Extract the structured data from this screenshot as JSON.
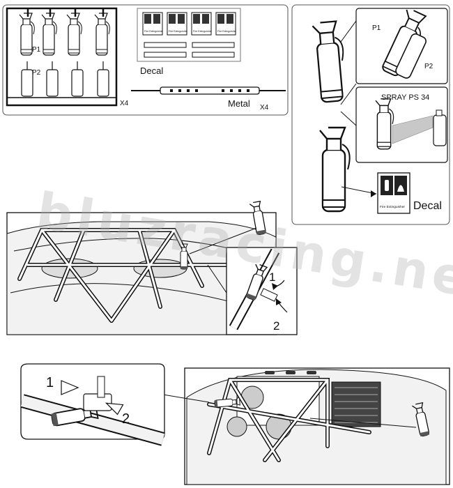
{
  "sprue": {
    "part_labels": [
      "P1",
      "P2"
    ],
    "decal_label": "Decal",
    "metal_label": "Metal",
    "qty_sprue": "X4",
    "qty_metal": "X4",
    "sign_text": "Fire Extinguisher"
  },
  "detail_panel": {
    "part_labels": [
      "P1",
      "P2"
    ],
    "paint_label": "SPRAY PS 34",
    "decal_label": "Decal",
    "sign_text": "Fire Extinguisher"
  },
  "steps": {
    "upper": [
      "1",
      "2"
    ],
    "lower": [
      "1",
      "2"
    ]
  },
  "watermark": "bluzracing.net",
  "colors": {
    "line": "#111111",
    "spray": "#c8c8c8",
    "body_fill": "#f2f2f2",
    "panel_fill": "#ffffff",
    "watermark": "#b0b0b0"
  }
}
